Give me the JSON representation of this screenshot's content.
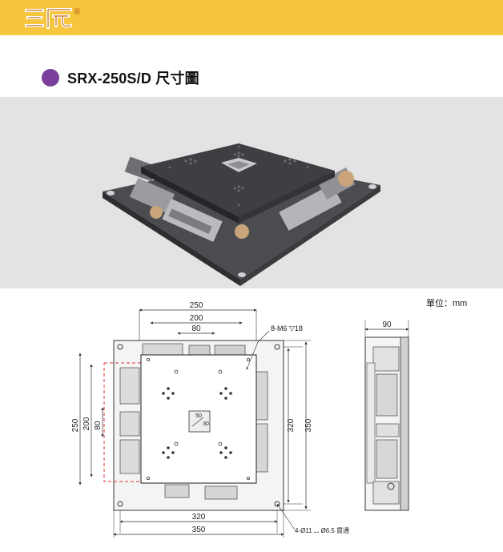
{
  "header": {
    "logo_text": "三辰",
    "registered_mark": "®",
    "bar_color": "#f6c63d"
  },
  "section": {
    "bullet_color": "#7a3f9a",
    "title": "SRX-250S/D 尺寸圖"
  },
  "drawing": {
    "unit_note": "單位：mm",
    "dims": {
      "top_250": "250",
      "top_200": "200",
      "top_80": "80",
      "left_250": "250",
      "left_200": "200",
      "left_80": "80",
      "right_320": "320",
      "right_350": "350",
      "bottom_320": "320",
      "bottom_350": "350",
      "center_50": "50",
      "center_30": "30",
      "side_90": "90"
    },
    "callouts": {
      "tapped_holes": "8-M6 ▽18",
      "mount_holes": "4-Ø11 ⌴ Ø6.5 貫通"
    }
  }
}
